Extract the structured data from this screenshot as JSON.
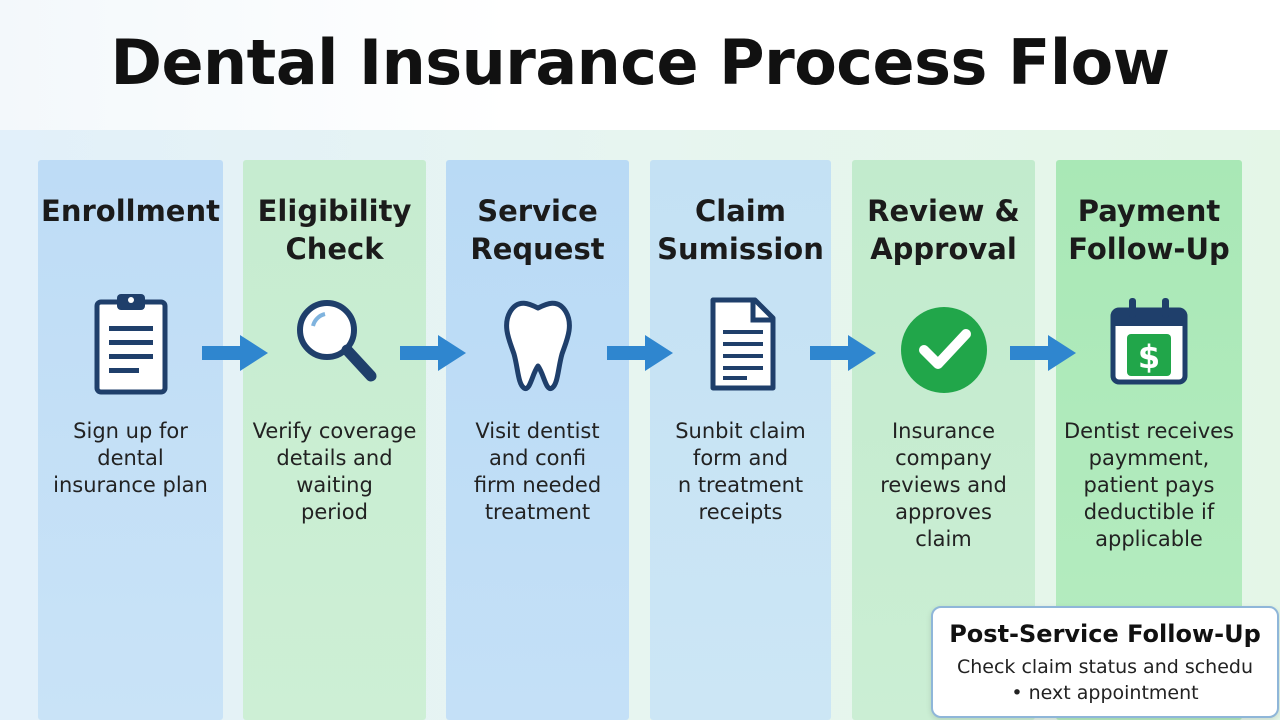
{
  "title": "Dental Insurance Process Flow",
  "steps": [
    {
      "heading": "Enrollment",
      "description": "Sign up for dental\ninsurance plan",
      "icon": "clipboard-icon"
    },
    {
      "heading": "Eligibility\nCheck",
      "description": "Verify coverage\ndetails and\nwaiting\nperiod",
      "icon": "magnifier-icon"
    },
    {
      "heading": "Service\nRequest",
      "description": "Visit dentist\nand confi\nfirm needed\ntreatment",
      "icon": "tooth-icon"
    },
    {
      "heading": "Claim\nSumission",
      "description": "Sunbit claim\nform and\nn treatment\nreceipts",
      "icon": "document-icon"
    },
    {
      "heading": "Review &\nApproval",
      "description": "Insurance\ncompany\nreviews and\napproves\nclaim",
      "icon": "checkmark-icon"
    },
    {
      "heading": "Payment\nFollow-Up",
      "description": "Dentist receives\npaymment,\npatient pays\ndeductible if\napplicable",
      "icon": "calendar-dollar-icon"
    }
  ],
  "followup": {
    "title": "Post-Service Follow-Up",
    "description": "Check claim status and schedu\n• next appointment"
  },
  "colors": {
    "blue_column": "#bcdcf5",
    "green_column": "#c4edcc",
    "icon_navy": "#1f3f6b",
    "arrow_blue": "#2f86cf",
    "check_green": "#21a64a"
  }
}
